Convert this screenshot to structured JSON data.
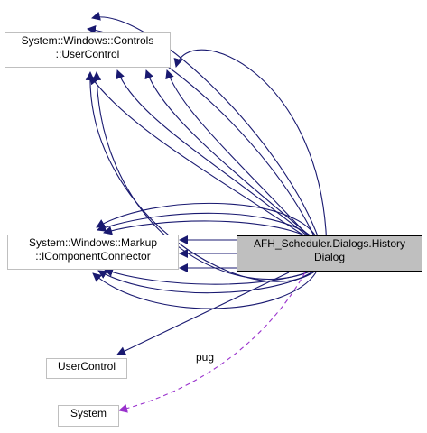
{
  "colors": {
    "edge": "#191970",
    "dashed_edge": "#9a32cd",
    "main_fill": "#bfbfbf",
    "node_border": "#bfbfbf",
    "main_border": "#000000"
  },
  "nodes": {
    "user_control_full": {
      "line1": "System::Windows::Controls",
      "line2": "::UserControl"
    },
    "component_connector": {
      "line1": "System::Windows::Markup",
      "line2": "::IComponentConnector"
    },
    "history_dialog": {
      "line1": "AFH_Scheduler.Dialogs.History",
      "line2": "Dialog"
    },
    "user_control": {
      "line1": "UserControl"
    },
    "system": {
      "line1": "System"
    }
  },
  "edge_labels": {
    "pug": "pug"
  }
}
